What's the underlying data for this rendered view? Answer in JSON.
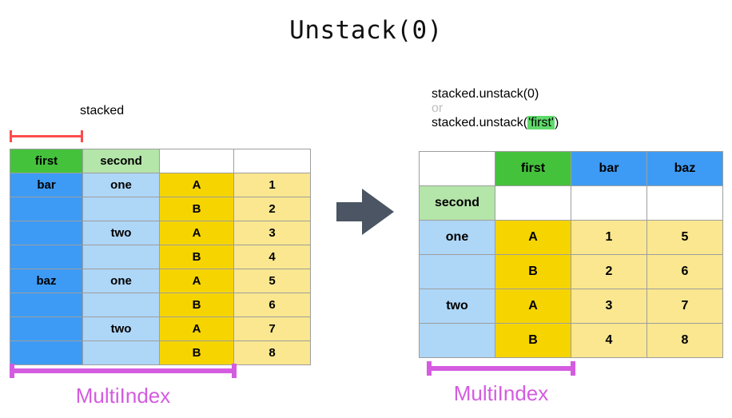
{
  "title": "Unstack(0)",
  "arrow": {
    "icon": "right-arrow-icon",
    "color": "#4b5563"
  },
  "left": {
    "caption": "stacked",
    "bracket": {
      "icon": "red-span-bracket-icon",
      "color": "#fc4b4b",
      "spans": "first"
    },
    "multiindex_label": "MultiIndex",
    "multiindex_color": "#d45ce0",
    "header": [
      "first",
      "second",
      "",
      ""
    ],
    "rows": [
      {
        "first": "bar",
        "second": "one",
        "ab": "A",
        "value": "1"
      },
      {
        "first": "",
        "second": "",
        "ab": "B",
        "value": "2"
      },
      {
        "first": "",
        "second": "two",
        "ab": "A",
        "value": "3"
      },
      {
        "first": "",
        "second": "",
        "ab": "B",
        "value": "4"
      },
      {
        "first": "baz",
        "second": "one",
        "ab": "A",
        "value": "5"
      },
      {
        "first": "",
        "second": "",
        "ab": "B",
        "value": "6"
      },
      {
        "first": "",
        "second": "two",
        "ab": "A",
        "value": "7"
      },
      {
        "first": "",
        "second": "",
        "ab": "B",
        "value": "8"
      }
    ]
  },
  "right": {
    "caption_line1": "stacked.unstack(0)",
    "caption_or": "or",
    "caption_line3_prefix": "stacked.unstack(",
    "caption_line3_highlight": "'first'",
    "caption_line3_suffix": ")",
    "highlight_color": "#5fd96b",
    "multiindex_label": "MultiIndex",
    "multiindex_color": "#d45ce0",
    "header_row1": [
      "",
      "first",
      "bar",
      "baz"
    ],
    "header_row2": [
      "second",
      "",
      "",
      ""
    ],
    "rows": [
      {
        "second": "one",
        "ab": "A",
        "bar": "1",
        "baz": "5"
      },
      {
        "second": "",
        "ab": "B",
        "bar": "2",
        "baz": "6"
      },
      {
        "second": "two",
        "ab": "A",
        "bar": "3",
        "baz": "7"
      },
      {
        "second": "",
        "ab": "B",
        "bar": "4",
        "baz": "8"
      }
    ]
  },
  "colors": {
    "green": "#45c23c",
    "light_green": "#b4e5a9",
    "blue": "#3d9bf5",
    "light_blue": "#aed6f7",
    "gold": "#f5d400",
    "light_yellow": "#fae78f",
    "red": "#fc4b4b",
    "magenta": "#d45ce0"
  }
}
